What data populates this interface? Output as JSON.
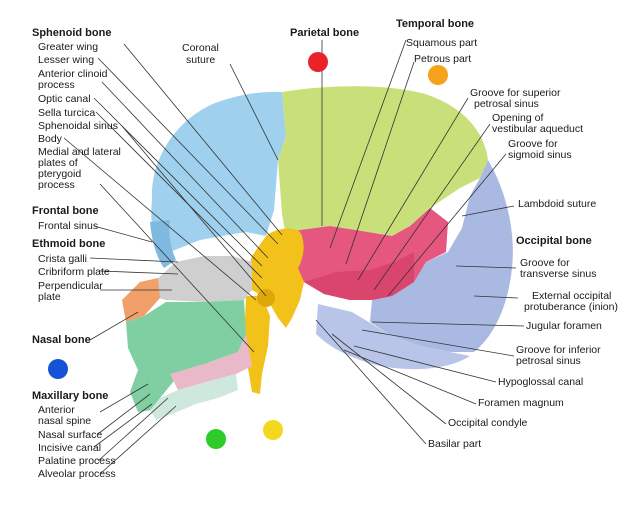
{
  "labels": {
    "sphenoid_bone": "Sphenoid bone",
    "greater_wing": "Greater wing",
    "lesser_wing": "Lesser wing",
    "anterior_clinoid_process_1": "Anterior clinoid",
    "anterior_clinoid_process_2": "process",
    "optic_canal": "Optic canal",
    "sella_turcica": "Sella turcica",
    "sphenoidal_sinus": "Sphenoidal sinus",
    "body": "Body",
    "pterygoid_1": "Medial and lateral",
    "pterygoid_2": "plates of",
    "pterygoid_3": "pterygoid",
    "pterygoid_4": "process",
    "coronal_suture_1": "Coronal",
    "coronal_suture_2": "suture",
    "parietal_bone": "Parietal bone",
    "temporal_bone": "Temporal bone",
    "squamous_part": "Squamous part",
    "petrous_part": "Petrous part",
    "groove_sup_petrosal_1": "Groove for superior",
    "groove_sup_petrosal_2": "petrosal sinus",
    "vestibular_aqueduct_1": "Opening of",
    "vestibular_aqueduct_2": "vestibular aqueduct",
    "groove_sigmoid_1": "Groove for",
    "groove_sigmoid_2": "sigmoid sinus",
    "lambdoid_suture": "Lambdoid suture",
    "frontal_bone": "Frontal bone",
    "frontal_sinus": "Frontal sinus",
    "ethmoid_bone": "Ethmoid bone",
    "crista_galli": "Crista galli",
    "cribriform_plate": "Cribriform plate",
    "perpendicular_plate_1": "Perpendicular",
    "perpendicular_plate_2": "plate",
    "occipital_bone": "Occipital bone",
    "groove_transverse_1": "Groove for",
    "groove_transverse_2": "transverse sinus",
    "ext_occipital_1": "External occipital",
    "ext_occipital_2": "protuberance (inion)",
    "nasal_bone": "Nasal bone",
    "jugular_foramen": "Jugular foramen",
    "groove_inf_petrosal_1": "Groove for inferior",
    "groove_inf_petrosal_2": "petrosal sinus",
    "hypoglossal_canal": "Hypoglossal canal",
    "foramen_magnum": "Foramen magnum",
    "occipital_condyle": "Occipital condyle",
    "basilar_part": "Basilar part",
    "maxillary_bone": "Maxillary bone",
    "anterior_nasal_spine_1": "Anterior",
    "anterior_nasal_spine_2": "nasal spine",
    "nasal_surface": "Nasal surface",
    "incisive_canal": "Incisive canal",
    "palatine_process": "Palatine process",
    "alveolar_process": "Alveolar process"
  },
  "colors": {
    "frontal": "#9fd1ef",
    "parietal": "#c9e07a",
    "temporal": "#e6577f",
    "occipital": "#a9b9e2",
    "sphenoid": "#f2c21b",
    "ethmoid": "#cfcfcf",
    "nasal": "#f0a068",
    "maxilla": "#7fcfa3",
    "palatine": "#e9b8c9",
    "marker_red": "#e8232a",
    "marker_orange": "#f5a31a",
    "marker_blue": "#1553d6",
    "marker_green": "#2ecc2b",
    "marker_yellow": "#f3d81d"
  }
}
